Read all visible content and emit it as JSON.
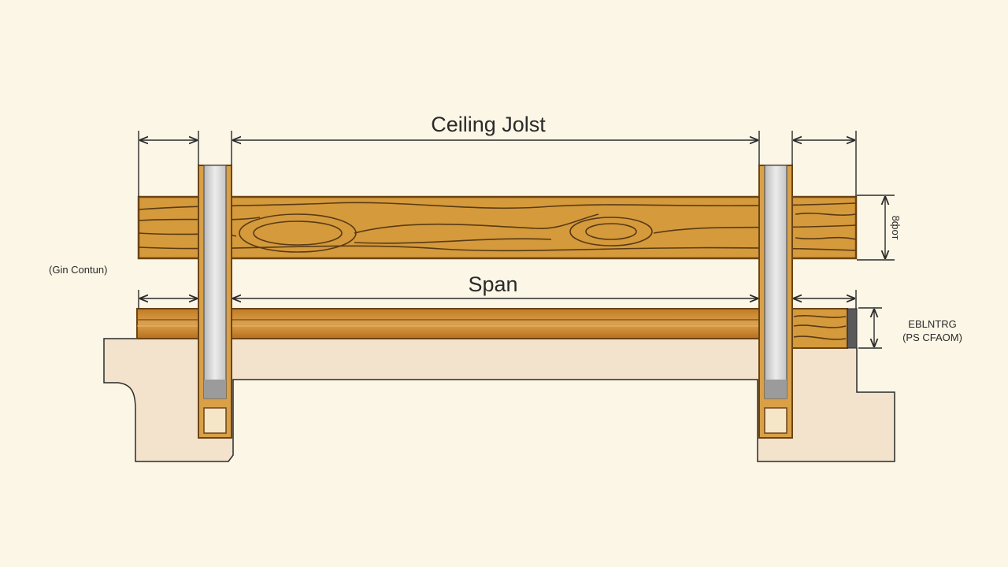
{
  "diagram": {
    "title": "Ceiling Jolst",
    "span_label": "Span",
    "depth_label": "8фот",
    "left_note": "(Gin Contun)",
    "right_note_line1": "EBLNTRG",
    "right_note_line2": "(PS CFAOM)"
  },
  "colors": {
    "background": "#fcf6e6",
    "joist_wood": "#d49a3c",
    "joist_edge": "#6b4416",
    "beam_wood": "#c9852c",
    "steel_post": "#d8d8d8",
    "wall_fill": "#f3e3cc",
    "line": "#2a2a2a"
  },
  "icons": {
    "post_left": "steel-post",
    "post_right": "steel-post"
  }
}
